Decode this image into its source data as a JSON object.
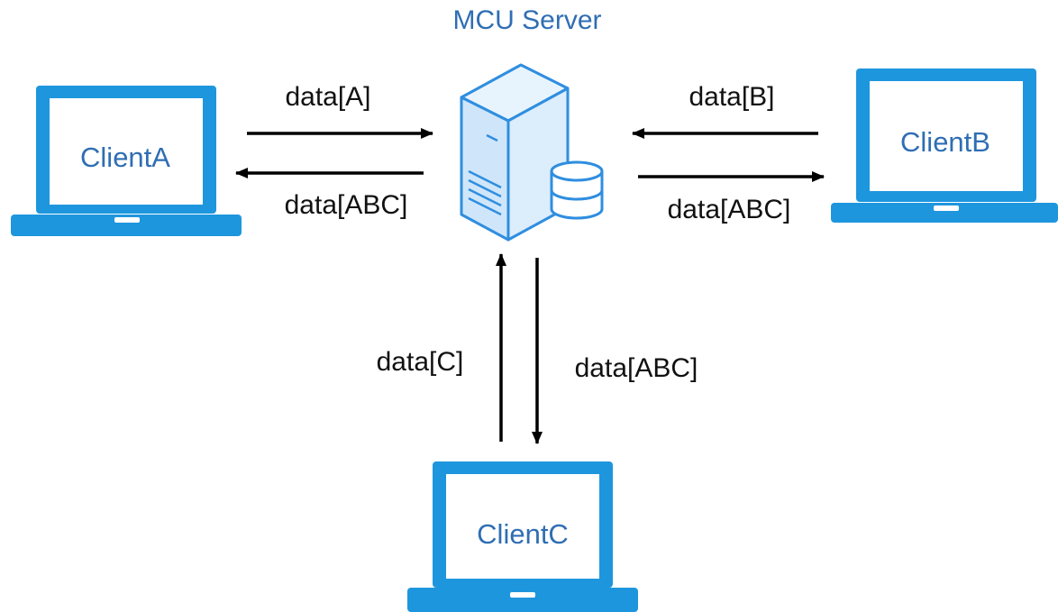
{
  "server": {
    "title": "MCU Server",
    "icon": "server-database-icon"
  },
  "clients": {
    "a": {
      "label": "ClientA",
      "icon": "laptop-icon"
    },
    "b": {
      "label": "ClientB",
      "icon": "laptop-icon"
    },
    "c": {
      "label": "ClientC",
      "icon": "laptop-icon"
    }
  },
  "edges": {
    "a_to_server": "data[A]",
    "server_to_a": "data[ABC]",
    "b_to_server": "data[B]",
    "server_to_b": "data[ABC]",
    "c_to_server": "data[C]",
    "server_to_c": "data[ABC]"
  },
  "colors": {
    "laptop": "#1e96de",
    "server_fill": "#d6ebfb",
    "server_stroke": "#2f8ee0",
    "text_accent": "#2f6eb3",
    "arrow": "#000000"
  }
}
